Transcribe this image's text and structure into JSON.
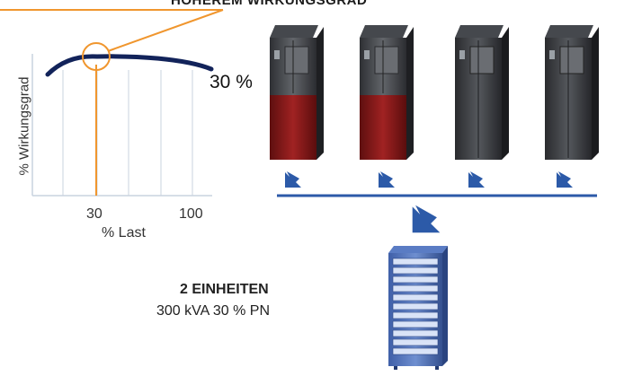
{
  "headline": "HÖHEREM WIRKUNGSGRAD",
  "chart": {
    "ylabel": "% Wirkungsgrad",
    "xlabel": "% Last",
    "x_ticks": [
      "30",
      "100"
    ],
    "highlight_label": "30 %"
  },
  "units": {
    "count_label": "2 EINHEITEN",
    "detail": "300 kVA 30 % PN"
  },
  "colors": {
    "accent": "#f0962e",
    "curve": "#12235a",
    "bus": "#2c5aa8",
    "cabinet_red": "#8e1c1c",
    "cabinet_dark": "#3a3c40"
  },
  "chart_data": {
    "type": "line",
    "xlabel": "% Last",
    "ylabel": "% Wirkungsgrad",
    "x_ticks": [
      "30",
      "100"
    ],
    "highlight_x": 30
  }
}
